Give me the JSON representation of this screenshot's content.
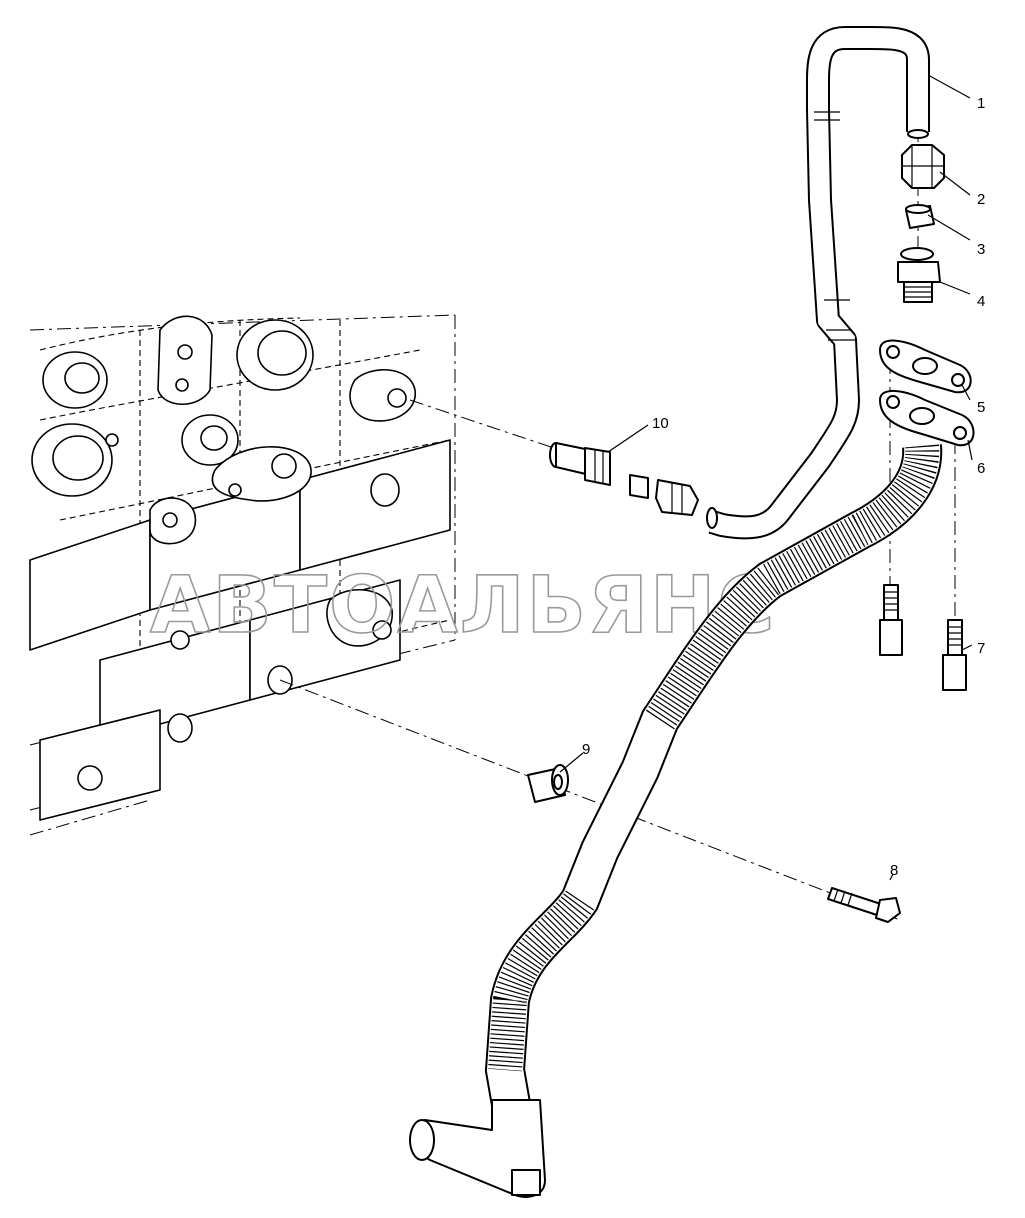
{
  "watermark": "АВТОАЛЬЯНС",
  "callouts": [
    {
      "id": "1",
      "label": "1"
    },
    {
      "id": "2",
      "label": "2"
    },
    {
      "id": "3",
      "label": "3"
    },
    {
      "id": "4",
      "label": "4"
    },
    {
      "id": "5",
      "label": "5"
    },
    {
      "id": "6",
      "label": "6"
    },
    {
      "id": "7",
      "label": "7"
    },
    {
      "id": "8",
      "label": "8"
    },
    {
      "id": "9",
      "label": "9"
    },
    {
      "id": "10",
      "label": "10"
    }
  ]
}
